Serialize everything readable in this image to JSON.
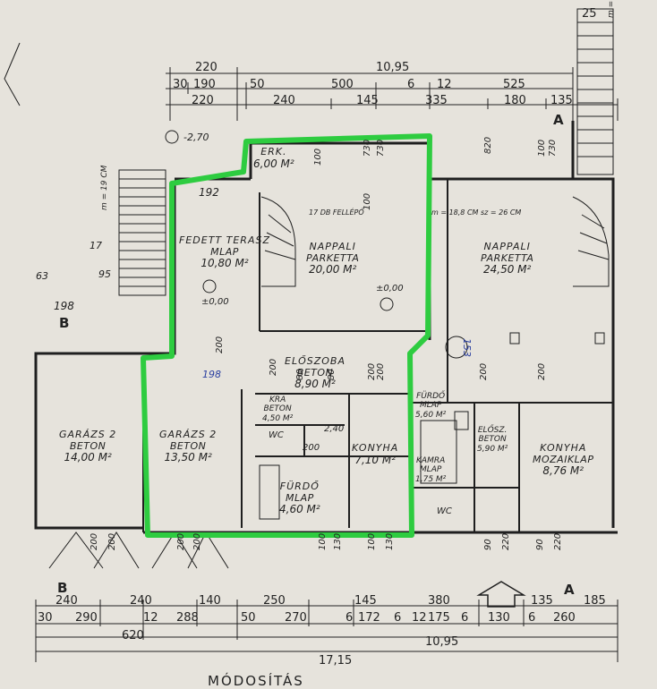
{
  "dims_top": {
    "row1": [
      "220",
      "10,95"
    ],
    "row2": [
      "30",
      "190",
      "50",
      "500",
      "6",
      "12",
      "525",
      "25"
    ],
    "row3": [
      "220",
      "240",
      "145",
      "335",
      "180",
      "135"
    ]
  },
  "dims_bottom": {
    "row1": [
      "240",
      "240",
      "140",
      "250",
      "145",
      "380",
      "135",
      "185"
    ],
    "row2": [
      "30",
      "290",
      "12",
      "288",
      "50",
      "270",
      "6",
      "172",
      "6",
      "12",
      "175",
      "6",
      "130",
      "6",
      "260"
    ],
    "row3": [
      "620",
      "10,95"
    ],
    "row4": [
      "17,15"
    ]
  },
  "levels": {
    "terrace_level": "-2,70",
    "zero1": "±0,00",
    "zero2": "±0,00"
  },
  "stair": {
    "steps": "17 DB FELLÉPŐ",
    "spec": "m = 18,8 CM  sz = 26 CM",
    "m_right": "m = 18 CM",
    "m_left": "m = 19 CM",
    "width": "192"
  },
  "sections": {
    "a_top": "A",
    "a_bottom": "A",
    "b_top": "B",
    "b_bottom": "B"
  },
  "rooms": [
    {
      "name": "ERK.",
      "area": "6,00 M²"
    },
    {
      "name": "FEDETT TERASZ",
      "mat": "MLAP",
      "area": "10,80 M²"
    },
    {
      "name": "NAPPALI",
      "mat": "PARKETTA",
      "area": "20,00 M²"
    },
    {
      "name": "NAPPALI",
      "mat": "PARKETTA",
      "area": "24,50 M²"
    },
    {
      "name": "ELŐSZOBA",
      "mat": "BETON",
      "area": "8,90 M²"
    },
    {
      "name": "GARÁZS 2",
      "mat": "BETON",
      "area": "14,00 M²"
    },
    {
      "name": "GARÁZS 2",
      "mat": "BETON",
      "area": "13,50 M²"
    },
    {
      "name": "KRA",
      "mat": "BETON",
      "area": "4,50 M²"
    },
    {
      "name": "KONYHA",
      "mat": "",
      "area": "7,10 M²"
    },
    {
      "name": "FÜRDŐ",
      "mat": "MLAP",
      "area": "4,60 M²"
    },
    {
      "name": "FÜRDŐ",
      "mat": "MLAP",
      "area": "5,60 M²"
    },
    {
      "name": "ELŐSZ.",
      "mat": "BETON",
      "area": "5,90 M²"
    },
    {
      "name": "KAMRA",
      "mat": "MLAP",
      "area": "1,75 M²"
    },
    {
      "name": "KONYHA",
      "mat": "MOZAIKLAP",
      "area": "8,76 M²"
    }
  ],
  "openings": [
    "100",
    "730",
    "100",
    "730",
    "820",
    "100",
    "730",
    "200",
    "80",
    "200",
    "80",
    "200",
    "200",
    "100",
    "130",
    "100",
    "130",
    "90",
    "220",
    "90",
    "220",
    "200",
    "200",
    "200",
    "200",
    "200",
    "200"
  ],
  "misc": {
    "wc1": "WC",
    "wc2": "WC",
    "small_20": "200",
    "small_2": "2,40",
    "rm_198": "198",
    "rm_153": "153",
    "side_17": "17",
    "side_95": "95",
    "side_63": "63",
    "side_198": "198",
    "heading": "MÓDOSÍTÁS"
  },
  "colors": {
    "paper": "#e6e3dc",
    "ink": "#1f1f1f",
    "highlight": "#2ecc40",
    "annotation_blue": "#2a3fa0"
  }
}
